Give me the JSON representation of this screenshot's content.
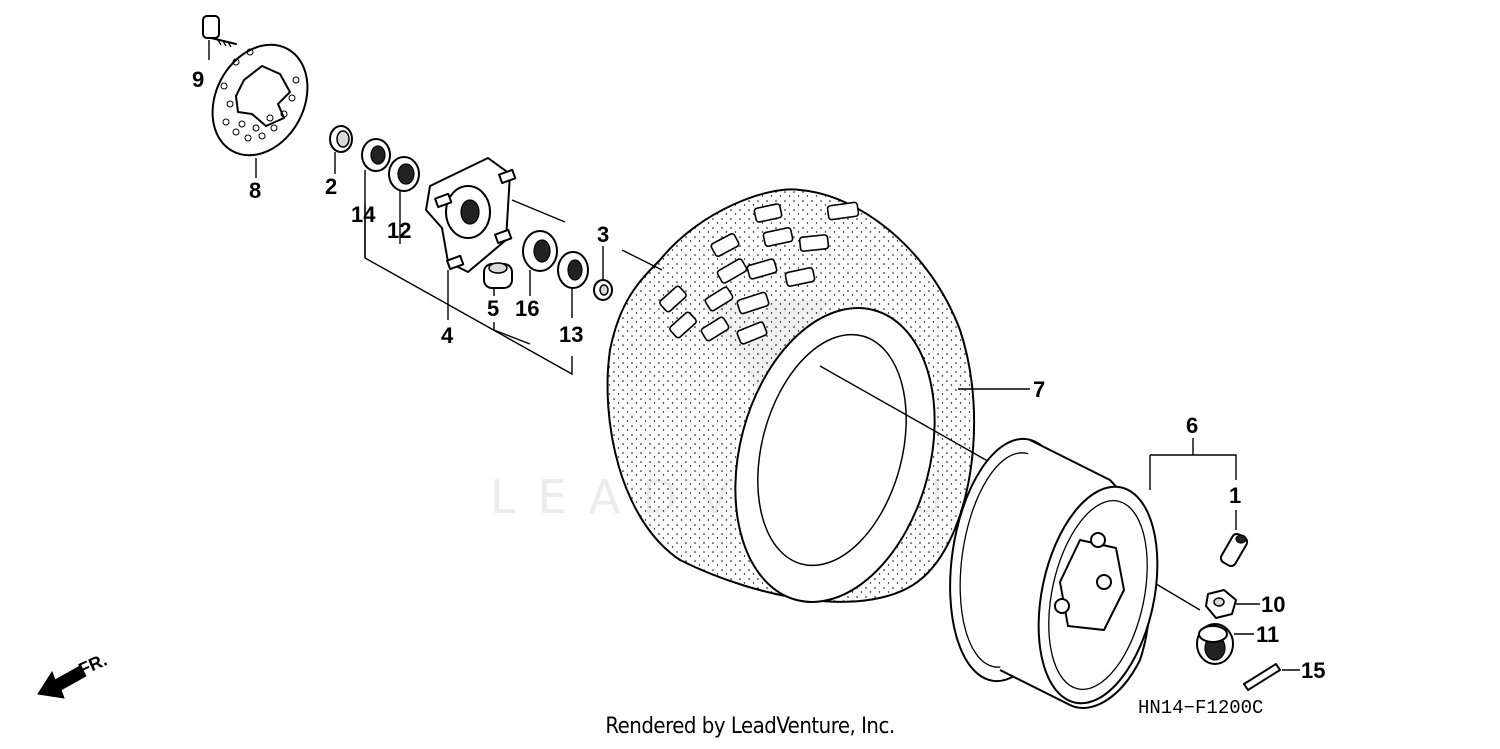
{
  "diagram": {
    "part_callouts": [
      {
        "id": "c1",
        "label": "1"
      },
      {
        "id": "c2",
        "label": "2"
      },
      {
        "id": "c3",
        "label": "3"
      },
      {
        "id": "c4",
        "label": "4"
      },
      {
        "id": "c5",
        "label": "5"
      },
      {
        "id": "c6",
        "label": "6"
      },
      {
        "id": "c7",
        "label": "7"
      },
      {
        "id": "c8",
        "label": "8"
      },
      {
        "id": "c9",
        "label": "9"
      },
      {
        "id": "c10",
        "label": "10"
      },
      {
        "id": "c11",
        "label": "11"
      },
      {
        "id": "c12",
        "label": "12"
      },
      {
        "id": "c13",
        "label": "13"
      },
      {
        "id": "c14",
        "label": "14"
      },
      {
        "id": "c15",
        "label": "15"
      },
      {
        "id": "c16",
        "label": "16"
      }
    ],
    "direction_label": "FR.",
    "diagram_code": "HN14−F1200C",
    "watermark": "LEADVENTURE",
    "footer": "Rendered by LeadVenture, Inc."
  }
}
